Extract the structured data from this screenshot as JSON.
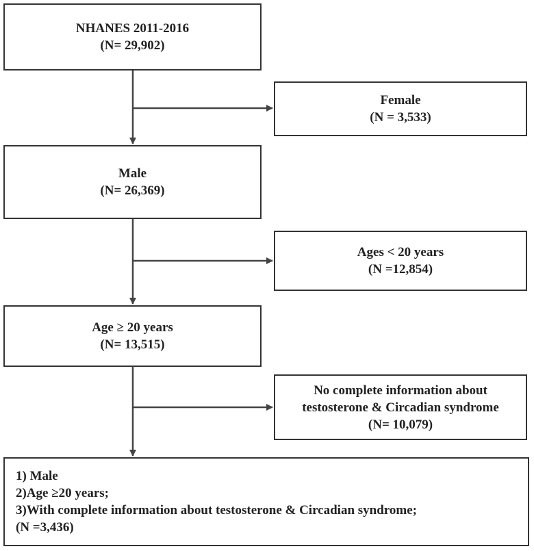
{
  "colors": {
    "line": "#444444",
    "border": "#333333",
    "text": "#222222"
  },
  "boxes": {
    "nhanes": {
      "line1": "NHANES 2011-2016",
      "line2": "(N= 29,902)"
    },
    "female": {
      "line1": "Female",
      "line2": "(N = 3,533)"
    },
    "male": {
      "line1": "Male",
      "line2": "(N= 26,369)"
    },
    "ages_under_20": {
      "line1": "Ages < 20 years",
      "line2": "(N =12,854)"
    },
    "age_20_plus": {
      "line1": "Age ≥ 20 years",
      "line2": "(N= 13,515)"
    },
    "no_complete_info": {
      "line1": "No complete information about",
      "line2": "testosterone & Circadian syndrome",
      "line3": "(N= 10,079)"
    },
    "final": {
      "line1": "1) Male",
      "line2": "2)Age ≥20 years;",
      "line3": "3)With complete information about testosterone & Circadian syndrome;",
      "line4": "(N =3,436)"
    }
  }
}
